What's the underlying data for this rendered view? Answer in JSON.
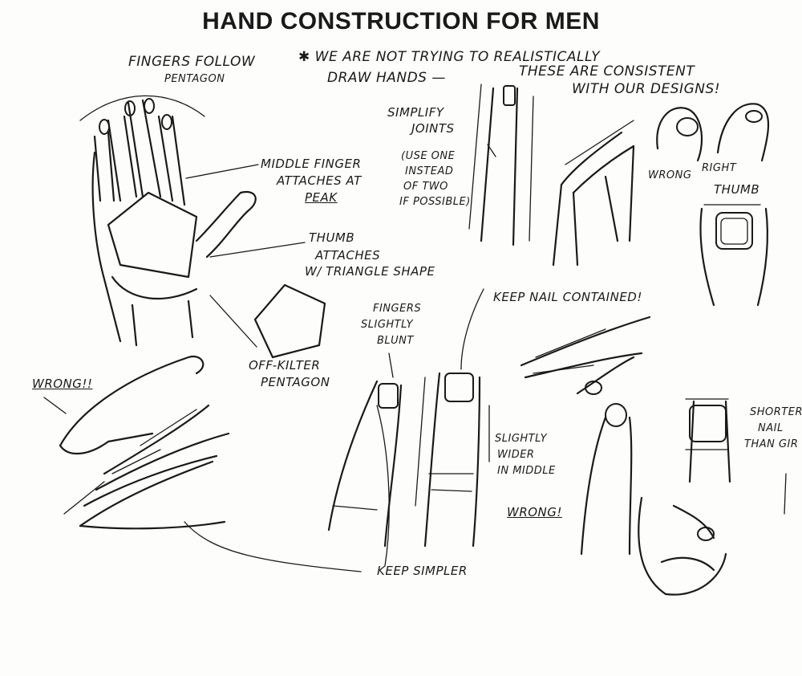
{
  "title": "HAND CONSTRUCTION FOR MEN",
  "notes": {
    "fingers_follow": "FINGERS FOLLOW",
    "pentagon_top": "PENTAGON",
    "disclaimer_line1": "✱ WE ARE NOT TRYING TO REALISTICALLY",
    "disclaimer_line2": "DRAW HANDS —",
    "disclaimer_line3": "THESE ARE CONSISTENT",
    "disclaimer_line4": "WITH OUR DESIGNS!",
    "simplify_1": "SIMPLIFY",
    "simplify_2": "JOINTS",
    "use_one_1": "(USE ONE",
    "use_one_2": "INSTEAD",
    "use_one_3": "OF TWO",
    "use_one_4": "IF POSSIBLE)",
    "middle_finger_1": "MIDDLE FINGER",
    "middle_finger_2": "ATTACHES AT",
    "middle_finger_3": "PEAK",
    "thumb_attaches_1": "THUMB",
    "thumb_attaches_2": "ATTACHES",
    "thumb_attaches_3": "W/ TRIANGLE SHAPE",
    "wrong_thumb": "WRONG",
    "right_thumb": "RIGHT",
    "thumb_label": "THUMB",
    "off_kilter_1": "OFF-KILTER",
    "off_kilter_2": "PENTAGON",
    "wrong_left": "WRONG!!",
    "fingers_blunt_1": "FINGERS",
    "fingers_blunt_2": "SLIGHTLY",
    "fingers_blunt_3": "BLUNT",
    "keep_nail": "KEEP NAIL CONTAINED!",
    "wider_1": "SLIGHTLY",
    "wider_2": "WIDER",
    "wider_3": "IN MIDDLE",
    "shorter_1": "SHORTER",
    "shorter_2": "NAIL",
    "shorter_3": "THAN GIR",
    "wrong_finger": "WRONG!",
    "keep_simpler": "KEEP SIMPLER"
  }
}
